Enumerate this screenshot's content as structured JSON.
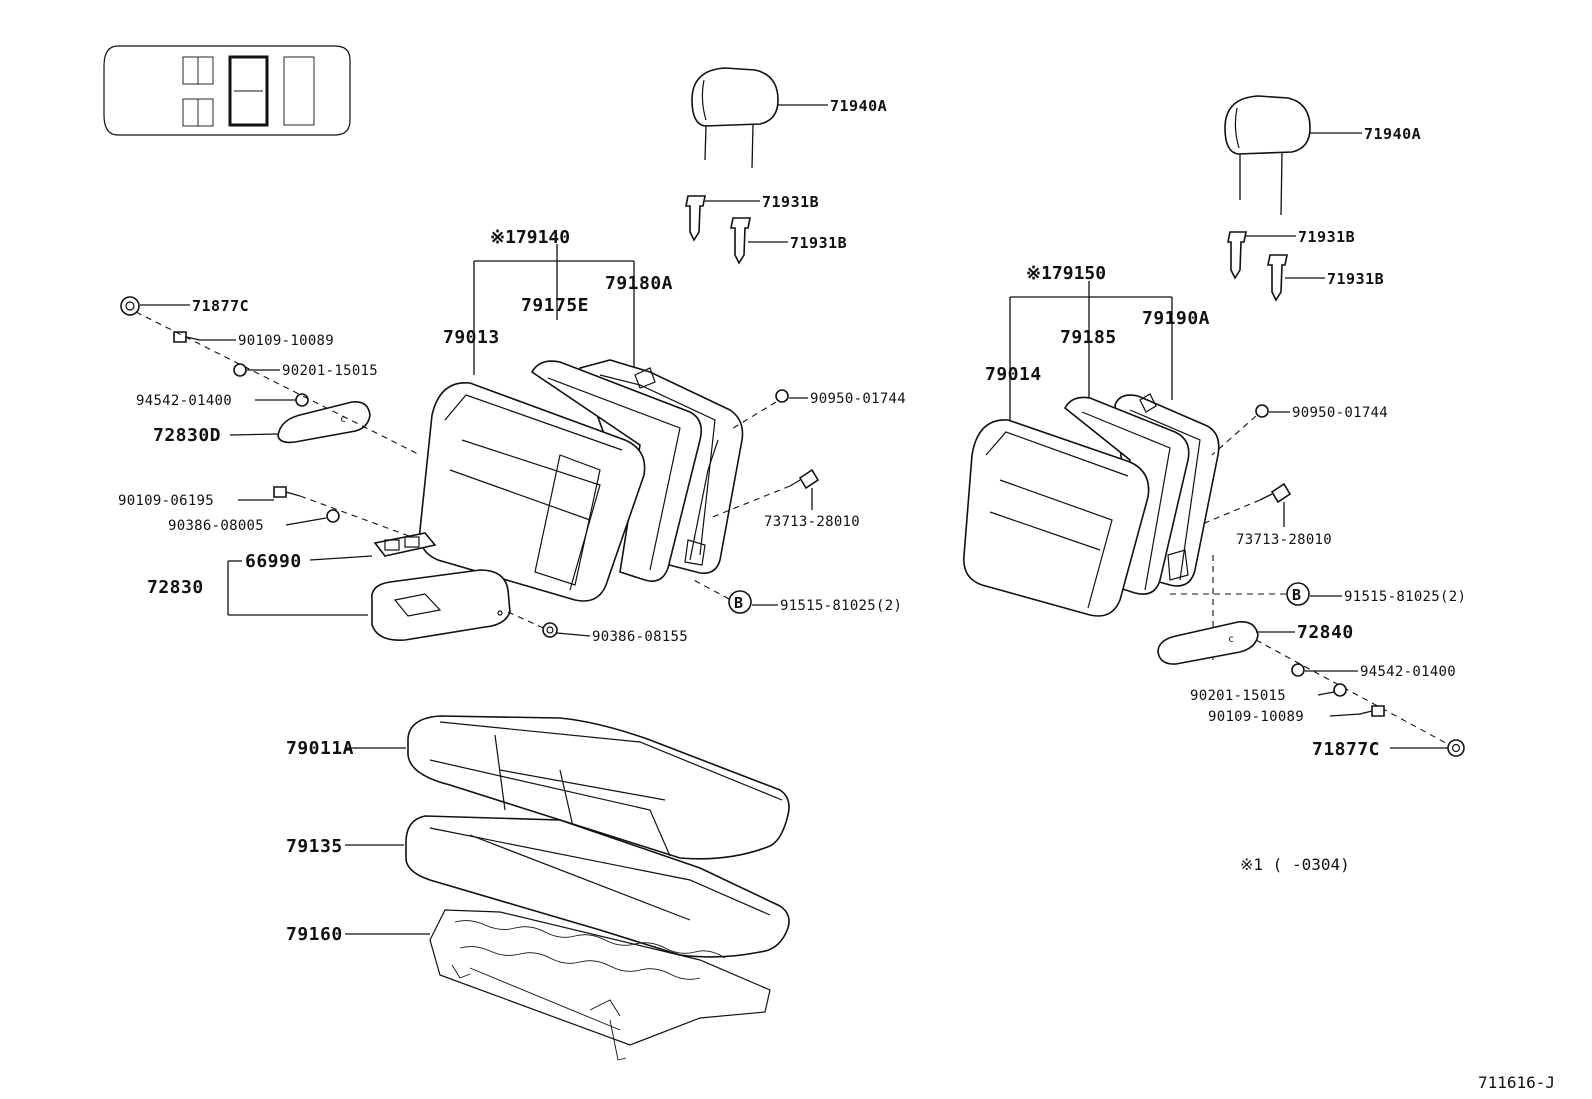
{
  "labels": {
    "headrest_l": "71940A",
    "support_l1": "71931B",
    "support_l2": "71931B",
    "headrest_r": "71940A",
    "support_r1": "71931B",
    "support_r2": "71931B",
    "assy_l": "※179140",
    "assy_r": "※179150",
    "frame_l": "79180A",
    "pad_l": "79175E",
    "cover_l": "79013",
    "frame_r": "79190A",
    "pad_r": "79185",
    "cover_r": "79014",
    "cap_l": "71877C",
    "bolt_l1": "90109-10089",
    "washer_l1": "90201-15015",
    "bush_l": "94542-01400",
    "arm_l": "72830D",
    "bolt_l2": "90109-06195",
    "clip_l": "90386-08005",
    "tray": "66990",
    "armrest_assy": "72830",
    "clip_l2": "90386-08155",
    "nut_l": "90950-01744",
    "hinge_l": "73713-28010",
    "b_marker_l": "B",
    "bolt_b_l": "91515-81025(2)",
    "nut_r": "90950-01744",
    "hinge_r": "73713-28010",
    "b_marker_r": "B",
    "bolt_b_r": "91515-81025(2)",
    "arm_r": "72840",
    "bush_r": "94542-01400",
    "washer_r1": "90201-15015",
    "bolt_r1": "90109-10089",
    "cap_r": "71877C",
    "cushion_cover": "79011A",
    "cushion_pad": "79135",
    "cushion_frame": "79160",
    "footnote": "※1 (      -0304)",
    "drawing_id": "711616-J"
  }
}
